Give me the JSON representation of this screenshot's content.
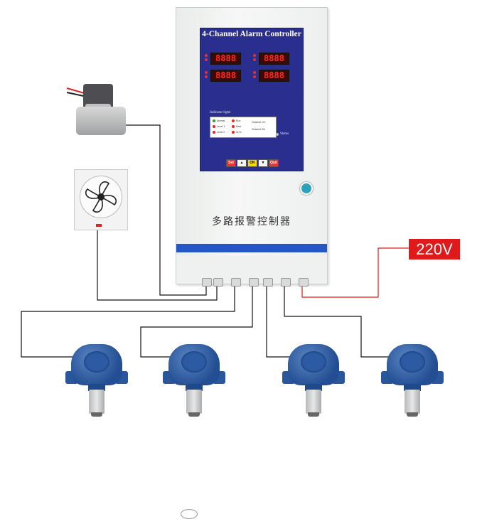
{
  "controller": {
    "title": "4-Channel Alarm Controller",
    "displays": [
      "8888",
      "8888",
      "8888",
      "8888"
    ],
    "legend_title": "Indicator light:",
    "legend_items": [
      "Normal",
      "Level 1",
      "Level 2",
      "Run",
      "Seal",
      "SLTL",
      "Channel 1/2",
      "Channel 3/4"
    ],
    "status_label": "Status",
    "keys": [
      "Set",
      "▲",
      "OK",
      "▼",
      "Quit"
    ],
    "chinese_label": "多路报警控制器"
  },
  "power": {
    "label": "220V",
    "color": "#e0191a"
  },
  "colors": {
    "panel": "#2a2f8f",
    "band": "#2456c8",
    "detector": "#2c5ba3",
    "wire": "#111111",
    "power_wire": "#e0191a"
  }
}
